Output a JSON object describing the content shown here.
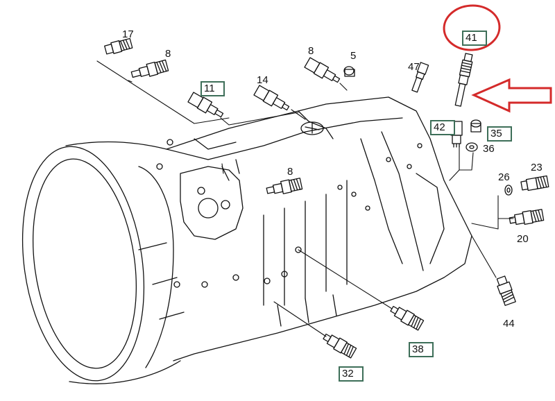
{
  "diagram": {
    "title": "Transmission housing – sensors and switches exploded view",
    "annotation_color": "#d42a2a",
    "box_color": "#3d6e58",
    "highlighted_part": "41",
    "parts": [
      {
        "id": "p17",
        "number": "17",
        "boxed": false
      },
      {
        "id": "p8a",
        "number": "8",
        "boxed": false
      },
      {
        "id": "p11",
        "number": "11",
        "boxed": true
      },
      {
        "id": "p14",
        "number": "14",
        "boxed": false
      },
      {
        "id": "p8b",
        "number": "8",
        "boxed": false
      },
      {
        "id": "p5",
        "number": "5",
        "boxed": false
      },
      {
        "id": "p47",
        "number": "47",
        "boxed": false
      },
      {
        "id": "p41",
        "number": "41",
        "boxed": true
      },
      {
        "id": "p42",
        "number": "42",
        "boxed": true
      },
      {
        "id": "p35",
        "number": "35",
        "boxed": true
      },
      {
        "id": "p36",
        "number": "36",
        "boxed": false
      },
      {
        "id": "p26",
        "number": "26",
        "boxed": false
      },
      {
        "id": "p23",
        "number": "23",
        "boxed": false
      },
      {
        "id": "p20",
        "number": "20",
        "boxed": false
      },
      {
        "id": "p8c",
        "number": "8",
        "boxed": false
      },
      {
        "id": "p44",
        "number": "44",
        "boxed": false
      },
      {
        "id": "p38",
        "number": "38",
        "boxed": true
      },
      {
        "id": "p32",
        "number": "32",
        "boxed": true
      }
    ]
  }
}
